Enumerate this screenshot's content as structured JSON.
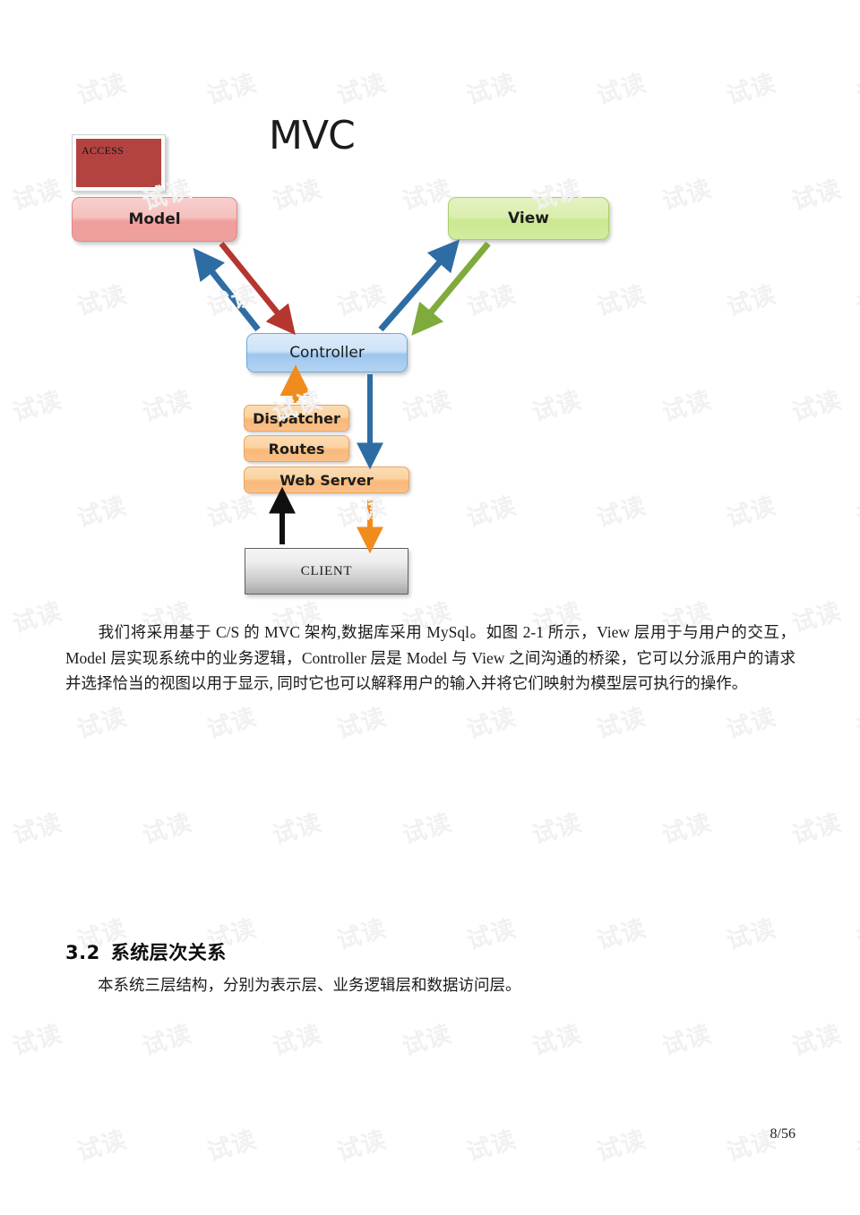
{
  "document": {
    "page_label": "8/56"
  },
  "figure": {
    "title": "MVC",
    "nodes": {
      "access": "ACCESS",
      "model": "Model",
      "view": "View",
      "controller": "Controller",
      "dispatcher": "Dispatcher",
      "routes": "Routes",
      "web_server": "Web Server",
      "client": "CLIENT"
    },
    "colors": {
      "model": "#eda19e",
      "view": "#d3ec9f",
      "controller": "#b3d4f2",
      "orange": "#fac08a",
      "client": "#c9c9c9",
      "access": "#b34340",
      "arrow_blue": "#2e6da4",
      "arrow_red": "#b5362f",
      "arrow_green": "#7eab3c",
      "arrow_orange": "#f08c1e",
      "arrow_black": "#101010"
    },
    "arrows": [
      {
        "name": "controller-to-model",
        "color": "#2e6da4",
        "direction": "up-left"
      },
      {
        "name": "model-to-controller",
        "color": "#b5362f",
        "direction": "down-right"
      },
      {
        "name": "controller-to-view",
        "color": "#2e6da4",
        "direction": "up-right"
      },
      {
        "name": "view-to-controller",
        "color": "#7eab3c",
        "direction": "down-left"
      },
      {
        "name": "dispatcher-to-controller",
        "color": "#f08c1e",
        "direction": "up"
      },
      {
        "name": "controller-to-webserver",
        "color": "#2e6da4",
        "direction": "down"
      },
      {
        "name": "client-to-webserver",
        "color": "#101010",
        "direction": "up"
      },
      {
        "name": "webserver-to-client",
        "color": "#f08c1e",
        "direction": "down"
      }
    ]
  },
  "content": {
    "paragraph_1": "我们将采用基于 C/S 的 MVC 架构,数据库采用 MySql。如图 2-1 所示，View 层用于与用户的交互，Model 层实现系统中的业务逻辑，Controller 层是 Model 与 View 之间沟通的桥梁，它可以分派用户的请求并选择恰当的视图以用于显示, 同时它也可以解释用户的输入并将它们映射为模型层可执行的操作。",
    "section_number": "3.2",
    "section_title": "系统层次关系",
    "paragraph_2": "本系统三层结构，分别为表示层、业务逻辑层和数据访问层。"
  },
  "watermark": {
    "text": "试读",
    "color": "#f1f1f1"
  }
}
